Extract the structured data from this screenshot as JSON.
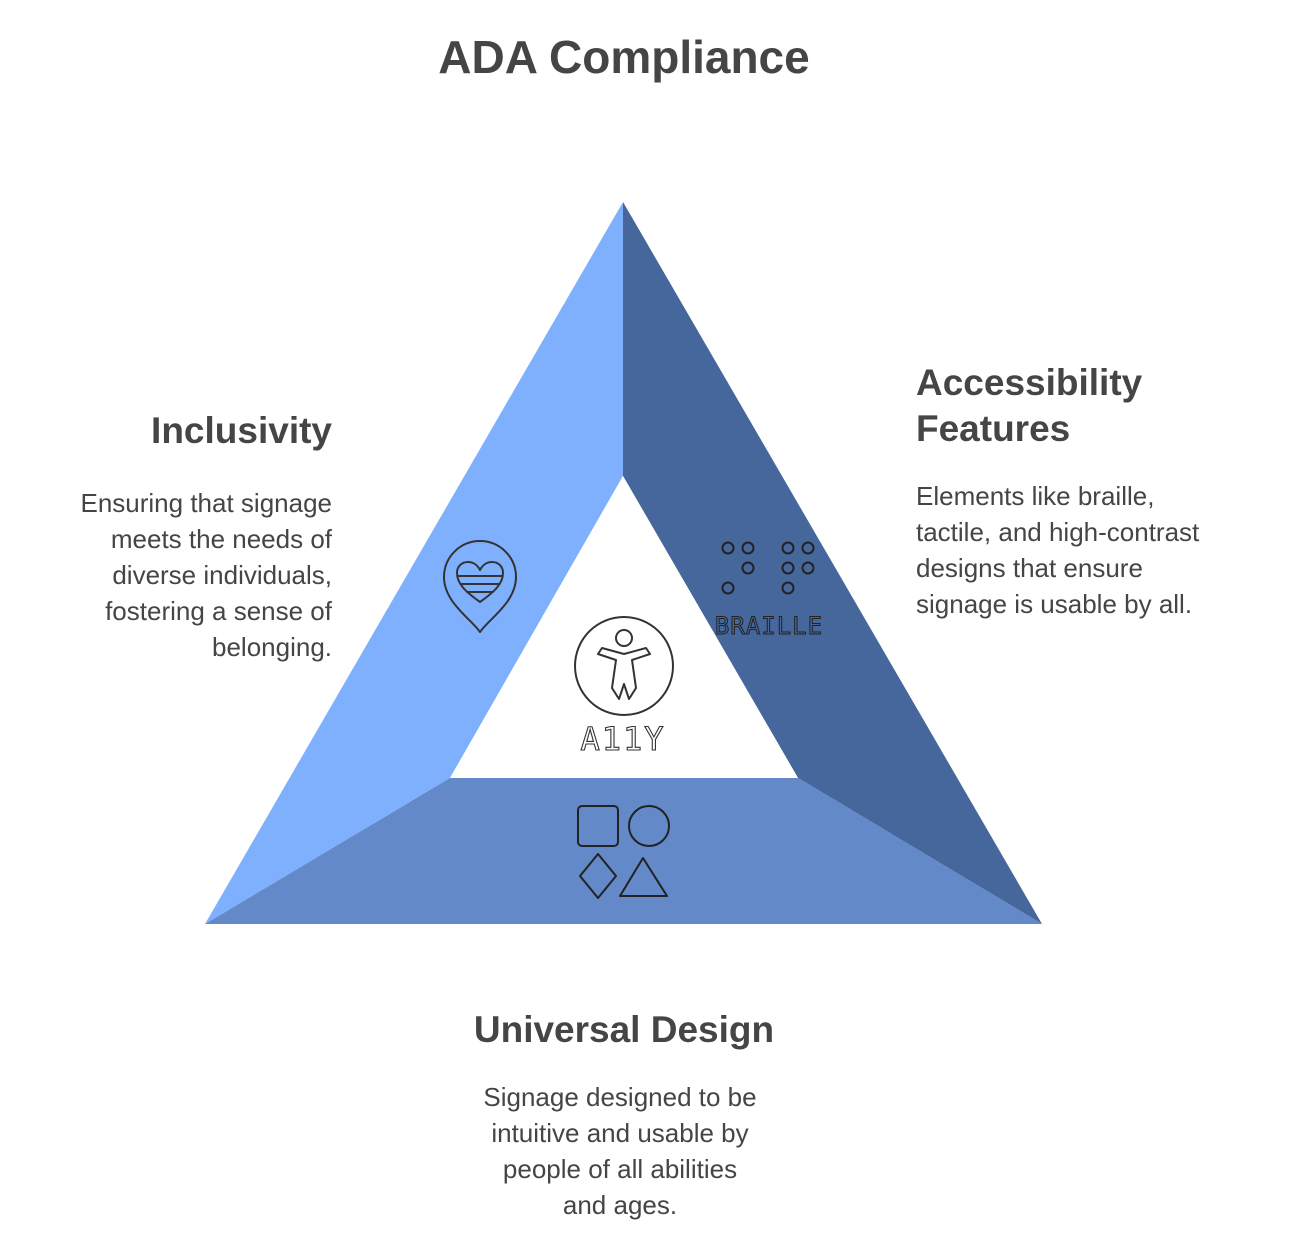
{
  "title": "ADA Compliance",
  "colors": {
    "text": "#454545",
    "left_face": "#7fb0fd",
    "right_face": "#46679b",
    "bottom_face": "#6389c9",
    "center": "#ffffff",
    "icon_stroke": "#333333"
  },
  "sections": {
    "inclusivity": {
      "heading": "Inclusivity",
      "desc_lines": [
        "Ensuring that signage",
        "meets the needs of",
        "diverse individuals,",
        "fostering a sense of",
        "belonging."
      ],
      "icon": "heart-pin-icon"
    },
    "accessibility": {
      "heading_lines": [
        "Accessibility",
        "Features"
      ],
      "desc_lines": [
        "Elements like braille,",
        "tactile, and high-contrast",
        "designs that ensure",
        "signage is usable by all."
      ],
      "icon": "braille-icon",
      "icon_label": "BRAILLE"
    },
    "universal": {
      "heading": "Universal Design",
      "desc_lines": [
        "Signage designed to be",
        "intuitive and usable by",
        "people of all abilities",
        "and ages."
      ],
      "icon": "shapes-icon"
    },
    "center": {
      "icon": "accessibility-person-icon",
      "label": "A11Y"
    }
  }
}
